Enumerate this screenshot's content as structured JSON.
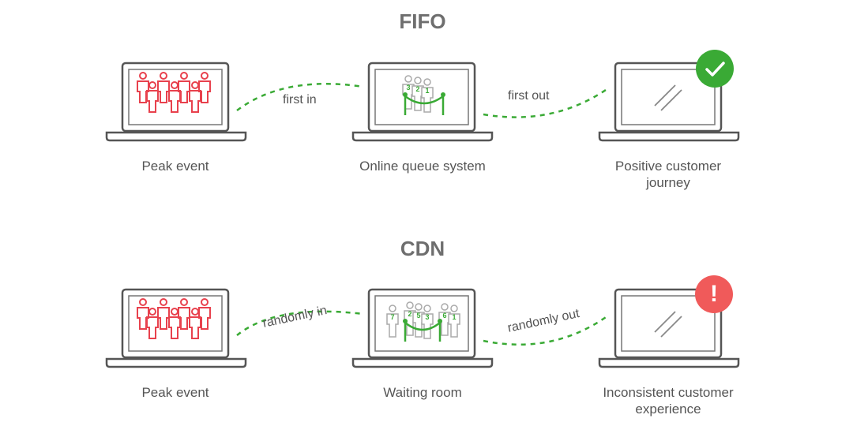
{
  "colors": {
    "accent_green": "#3aaa35",
    "alert_red": "#f05a5a",
    "crowd_red": "#e8414d",
    "outline_gray": "#555555"
  },
  "icons": [
    "laptop-icon",
    "crowd-icon",
    "queue-icon",
    "glare-icon",
    "checkmark-icon",
    "exclamation-icon"
  ],
  "fifo": {
    "title": "FIFO",
    "step1_caption": "Peak event",
    "step2_caption": "Online queue system",
    "step3_caption_line1": "Positive customer",
    "step3_caption_line2": "journey",
    "link_in": "first in",
    "link_out": "first out",
    "queue_numbers": [
      "3",
      "2",
      "1"
    ],
    "status_symbol": "✓"
  },
  "cdn": {
    "title": "CDN",
    "step1_caption": "Peak event",
    "step2_caption": "Waiting room",
    "step3_caption_line1": "Inconsistent customer",
    "step3_caption_line2": "experience",
    "link_in": "randomly in",
    "link_out": "randomly out",
    "queue_numbers": [
      "7",
      "2",
      "5",
      "3",
      "6",
      "1"
    ],
    "status_symbol": "!"
  }
}
